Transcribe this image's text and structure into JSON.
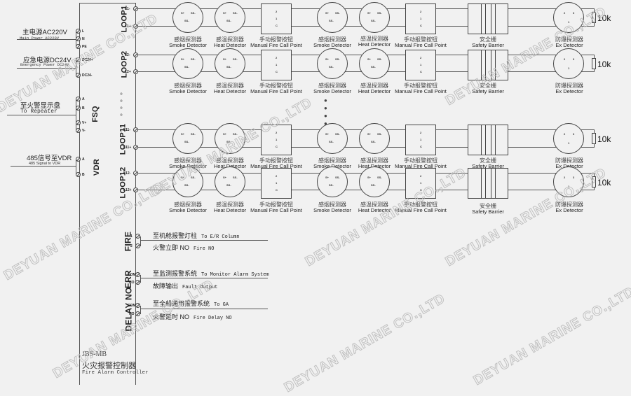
{
  "diagram": {
    "type": "fire-alarm-system-wiring",
    "controller": {
      "model": "JBS-MB",
      "name_cn": "火灾报警控制器",
      "name_en": "Fire Alarm Controller"
    },
    "inputs": [
      {
        "id": "main-power",
        "label_cn": "主电源AC220V",
        "label_en": "Main Power AC220V",
        "terminals": [
          "L",
          "N",
          "PE"
        ]
      },
      {
        "id": "emergency-power",
        "label_cn": "应急电源DC24V",
        "label_en": "Emergency Power DC24V",
        "terminals": [
          "DC24+",
          "DC24-"
        ]
      },
      {
        "id": "repeater",
        "label_cn": "至火警显示盘",
        "label_en": "To Repeater",
        "terminals": [
          "A",
          "B",
          "V+",
          "V-"
        ],
        "group": "FSQ"
      },
      {
        "id": "vdr",
        "label_cn": "485信号至VDR",
        "label_en": "485 Signal to VDR",
        "terminals": [
          "A",
          "B"
        ],
        "group": "VDR"
      }
    ],
    "loops": [
      {
        "name": "LOOP1",
        "t_minus": "L1-",
        "t_plus": "L1+"
      },
      {
        "name": "LOOP2",
        "t_minus": "L2-",
        "t_plus": "L2+"
      },
      {
        "name": "LOOP11",
        "t_minus": "L11-",
        "t_plus": "L11+"
      },
      {
        "name": "LOOP12",
        "t_minus": "L12-",
        "t_plus": "L12+"
      }
    ],
    "devices": [
      {
        "kind": "smoke",
        "label_cn": "感烟探测器",
        "label_en": "Smoke Detector"
      },
      {
        "kind": "heat",
        "label_cn": "感温探测器",
        "label_en": "Heat Detector"
      },
      {
        "kind": "mcp",
        "label_cn": "手动报警按钮",
        "label_en": "Manual Fire Call Point"
      },
      {
        "kind": "smoke",
        "label_cn": "感烟探测器",
        "label_en": "Smoke Detector"
      },
      {
        "kind": "heat",
        "label_cn": "感温探测器",
        "label_en": "Heat Detector"
      },
      {
        "kind": "mcp",
        "label_cn": "手动报警按钮",
        "label_en": "Manual Fire Call Point"
      },
      {
        "kind": "barrier",
        "label_cn": "安全栅",
        "label_en": "Safety Barrier"
      },
      {
        "kind": "ex",
        "label_cn": "防爆探测器",
        "label_en": "Ex Detector"
      }
    ],
    "detector_terminals": {
      "left": "S+",
      "right": "S-",
      "bottom": "SS-"
    },
    "end_of_line_resistor": "10k",
    "outputs": [
      {
        "group": "FIRE",
        "terminals": [
          "1",
          "2"
        ],
        "top_cn": "至机舱报警灯柱",
        "top_en": "To E/R Column",
        "bottom_cn": "火警立即 NO",
        "bottom_en": "Fire NO"
      },
      {
        "group": "ERR",
        "terminals": [
          "COM",
          "NO"
        ],
        "top_cn": "至监测报警系统",
        "top_en": "To Monitor Alarm System",
        "bottom_cn": "故障输出",
        "bottom_en": "Fault Output"
      },
      {
        "group": "DELAY NO",
        "terminals": [
          "COM",
          "NO"
        ],
        "top_cn": "至全船通用报警系统",
        "top_en": "To GA",
        "bottom_cn": "火警延时 NO",
        "bottom_en": "Fire Delay NO"
      }
    ],
    "watermark": "DEYUAN MARINE CO.,LTD"
  }
}
